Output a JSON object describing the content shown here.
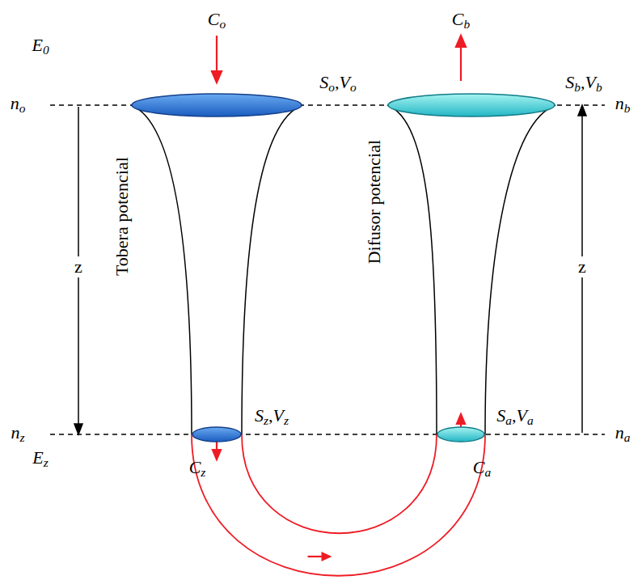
{
  "diagram": {
    "nodes": [
      {
        "text": [
          "So,Vo"
        ]
      },
      {
        "text": [
          "Sb,Vb"
        ]
      },
      {
        "text": [
          "Sz,Vz"
        ]
      },
      {
        "text": [
          "Sa,Va"
        ]
      }
    ],
    "edges": [
      {
        "from": 0,
        "to": 2,
        "arrow": "none"
      },
      {
        "from": 0,
        "to": 2,
        "arrow": "none"
      },
      {
        "from": 1,
        "to": 3,
        "arrow": "none"
      },
      {
        "from": 1,
        "to": 3,
        "arrow": "none"
      },
      {
        "from": 2,
        "to": 3,
        "arrow": "to"
      }
    ],
    "labels": [
      "E0",
      "no",
      "nb",
      "nz",
      "Ez",
      "na",
      "z",
      "z",
      "Tobera potencial",
      "Difusor potencial",
      "Co",
      "Cb",
      "Cz",
      "Ca"
    ]
  }
}
